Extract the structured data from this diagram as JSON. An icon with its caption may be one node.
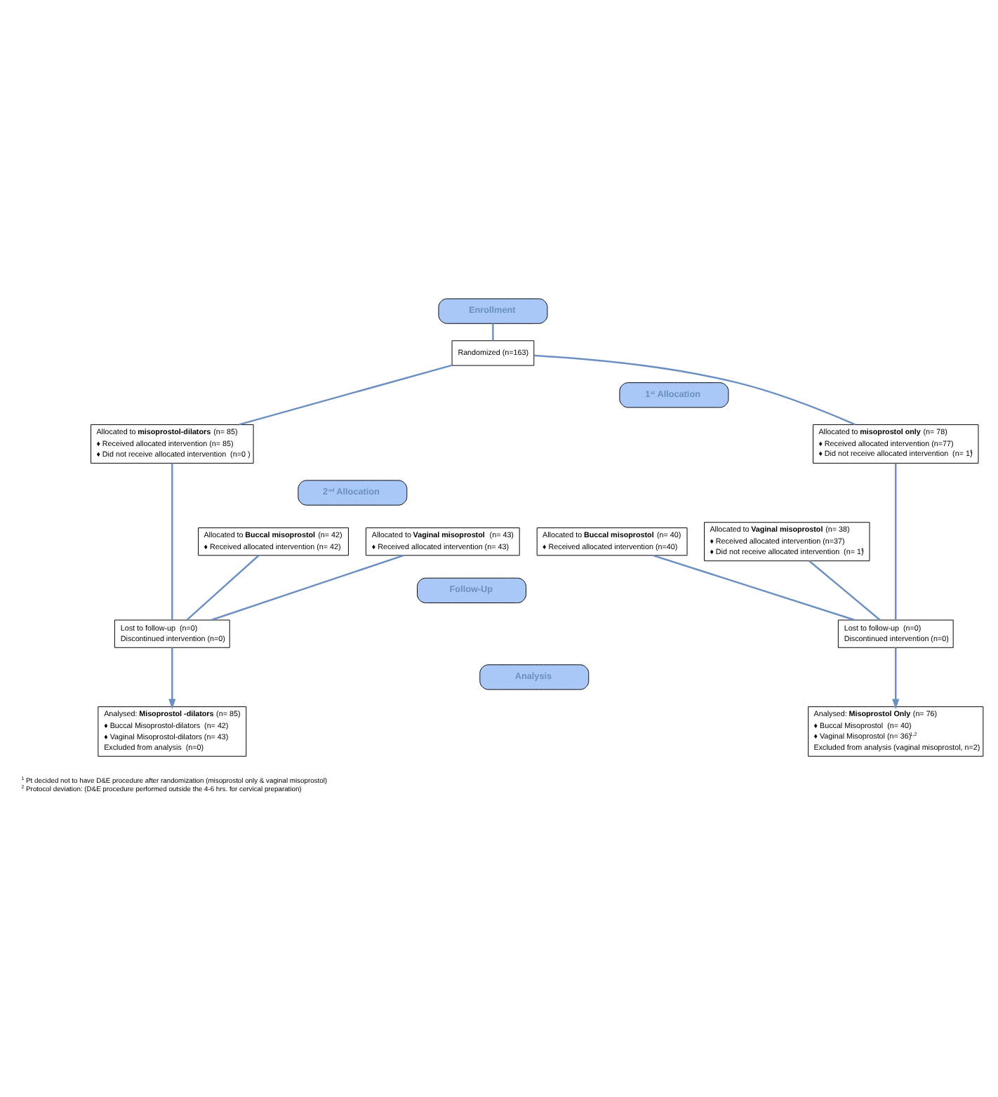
{
  "diagram": {
    "nodes": [
      {
        "text": [
          "Enrollment"
        ]
      },
      {
        "text": [
          "Randomized (n=163)"
        ]
      },
      {
        "text": [
          "1$^{st}$ Allocation"
        ]
      },
      {
        "text": [
          "Allocated to **misoprostol-dilators** (n= 85)",
          "♦ Received allocated intervention (n= 85)",
          "♦ Did not receive allocated intervention  (n=0 )"
        ]
      },
      {
        "text": [
          "Allocated to **misoprostol only** (n= 78)",
          "♦ Received allocated intervention (n=77)",
          "♦ Did not receive allocated intervention  (n= 1)$^{1}$"
        ]
      },
      {
        "text": [
          "2$^{nd}$ Allocation"
        ]
      },
      {
        "text": [
          "Allocated to **Buccal misoprostol** (n= 42)",
          "♦ Received allocated intervention (n= 42)"
        ]
      },
      {
        "text": [
          "Allocated to **Vaginal misoprostol**  (n= 43)",
          "♦ Received allocated intervention (n= 43)"
        ]
      },
      {
        "text": [
          "Allocated to **Buccal misoprostol** (n= 40)",
          "♦ Received allocated intervention (n=40)"
        ]
      },
      {
        "text": [
          "Allocated to **Vaginal misoprostol** (n= 38)",
          "♦ Received allocated intervention (n=37)",
          "♦ Did not receive allocated intervention  (n= 1)$^{1}$"
        ]
      },
      {
        "text": [
          "Follow-Up"
        ]
      },
      {
        "text": [
          "Lost to follow-up  (n=0)",
          "Discontinued intervention (n=0)"
        ]
      },
      {
        "text": [
          "Lost to follow-up  (n=0)",
          "Discontinued intervention (n=0)"
        ]
      },
      {
        "text": [
          "Analysis"
        ]
      },
      {
        "text": [
          "Analysed: **Misoprostol -dilators** (n= 85)",
          "♦ Buccal Misoprostol-dilators  (n= 42)",
          "♦ Vaginal Misoprostol-dilators (n= 43)",
          "Excluded from analysis  (n=0)"
        ]
      },
      {
        "text": [
          "Analysed: **Misoprostol Only** (n= 76)",
          "♦ Buccal Misoprostol  (n= 40)",
          "♦ Vaginal Misoprostol (n= 36)$^{1,2}$",
          "Excluded from analysis (vaginal misoprostol, n=2)"
        ]
      }
    ],
    "edges": [
      {
        "from": 0,
        "to": 1,
        "arrow": "none"
      },
      {
        "from": 1,
        "to": 3,
        "arrow": "none"
      },
      {
        "from": 1,
        "to": 4,
        "arrow": "none"
      },
      {
        "from": 3,
        "to": 11,
        "arrow": "none"
      },
      {
        "from": 6,
        "to": 11,
        "arrow": "none"
      },
      {
        "from": 7,
        "to": 11,
        "arrow": "none"
      },
      {
        "from": 4,
        "to": 12,
        "arrow": "none"
      },
      {
        "from": 8,
        "to": 12,
        "arrow": "none"
      },
      {
        "from": 9,
        "to": 12,
        "arrow": "none"
      },
      {
        "from": 11,
        "to": 14,
        "arrow": "to"
      },
      {
        "from": 12,
        "to": 15,
        "arrow": "to"
      }
    ],
    "labels": [
      "$^{1}$ Pt decided not to have D&E procedure after randomization (misoprostol only & vaginal misoprostol)",
      "$^{2}$ Protocol deviation: (D&E procedure performed outside the 4-6 hrs. for cervical preparation)"
    ]
  }
}
